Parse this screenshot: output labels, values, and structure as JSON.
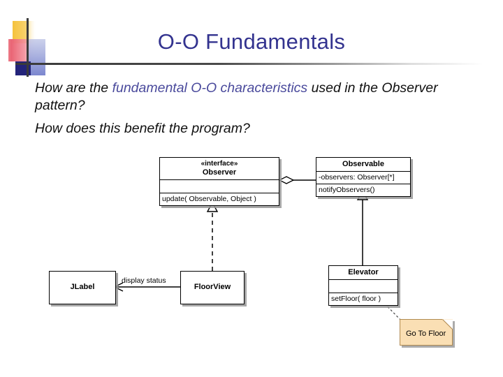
{
  "slide": {
    "title": "O-O Fundamentals",
    "body": {
      "line1_a": "How are the ",
      "line1_highlight": "fundamental O-O characteristics",
      "line1_b": " used in the Observer pattern?",
      "line2": "How does this benefit the program?"
    },
    "colors": {
      "title": "#33338f",
      "highlight": "#4a4a9c",
      "note_fill": "#fadfb4",
      "logo_gold": "#f5c23c",
      "logo_red": "#e8596a",
      "logo_periwinkle": "#8f9ad8",
      "logo_navy": "#23237a"
    }
  },
  "diagram": {
    "type": "uml-class-diagram",
    "classes": [
      {
        "id": "observer",
        "stereotype": "«interface»",
        "name": "Observer",
        "attributes": [],
        "operations": [
          "update( Observable, Object )"
        ]
      },
      {
        "id": "observable",
        "stereotype": "",
        "name": "Observable",
        "attributes": [
          "-observers: Observer[*]"
        ],
        "operations": [
          "notifyObservers()"
        ]
      },
      {
        "id": "elevator",
        "stereotype": "",
        "name": "Elevator",
        "attributes": [],
        "operations": [
          "setFloor( floor )"
        ]
      },
      {
        "id": "floorview",
        "stereotype": "",
        "name": "FloorView",
        "attributes": [],
        "operations": []
      },
      {
        "id": "jlabel",
        "stereotype": "",
        "name": "JLabel",
        "attributes": [],
        "operations": []
      }
    ],
    "edges": [
      {
        "id": "observable-observer",
        "from": "observable",
        "to": "observer",
        "kind": "aggregation",
        "label": ""
      },
      {
        "id": "elevator-observable",
        "from": "elevator",
        "to": "observable",
        "kind": "generalization",
        "label": ""
      },
      {
        "id": "floorview-observer",
        "from": "floorview",
        "to": "observer",
        "kind": "realization",
        "label": ""
      },
      {
        "id": "floorview-jlabel",
        "from": "floorview",
        "to": "jlabel",
        "kind": "association",
        "label": "display status"
      }
    ],
    "notes": [
      {
        "id": "go-to-floor",
        "text": "Go To Floor",
        "anchored_to": "elevator"
      }
    ]
  }
}
